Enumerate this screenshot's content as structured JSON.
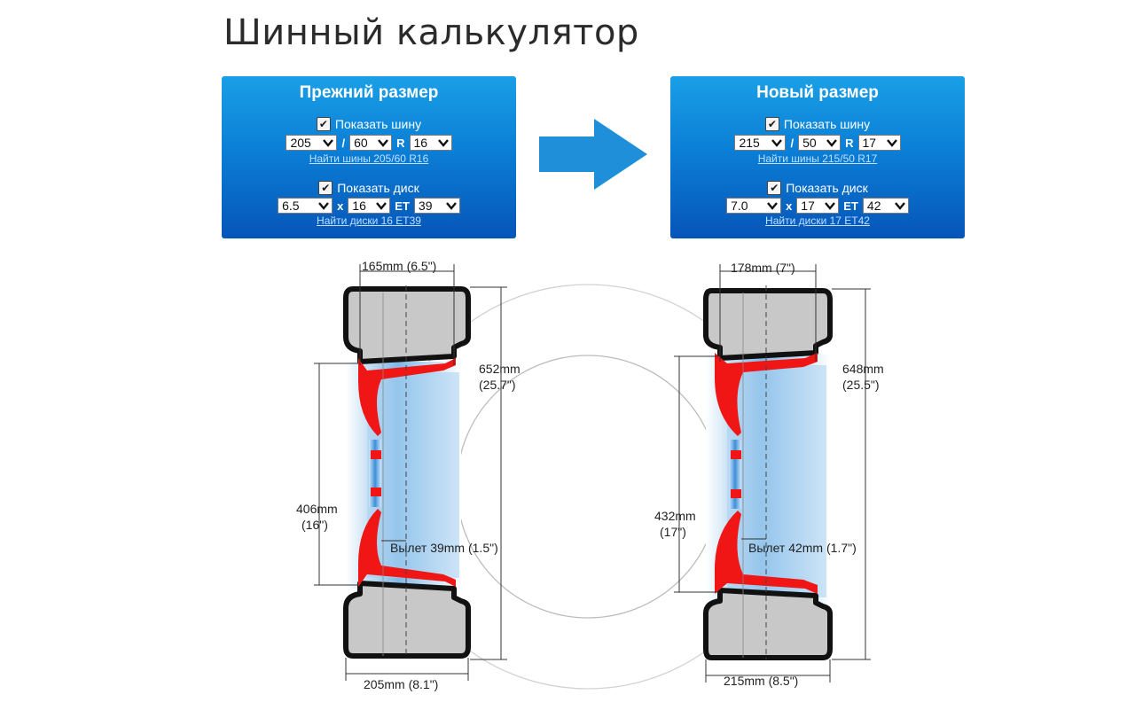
{
  "page": {
    "title": "Шинный калькулятор"
  },
  "old_size": {
    "title": "Прежний размер",
    "show_tire_label": "Показать шину",
    "width": "205",
    "profile": "60",
    "r_label": "R",
    "rim": "16",
    "slash": "/",
    "find_tires_link": "Найти шины 205/60 R16",
    "show_disc_label": "Показать диск",
    "disc_width": "6.5",
    "x_label": "x",
    "disc_diameter": "16",
    "et_label": "ET",
    "et": "39",
    "find_discs_link": "Найти диски 16 ET39"
  },
  "new_size": {
    "title": "Новый размер",
    "show_tire_label": "Показать шину",
    "width": "215",
    "profile": "50",
    "r_label": "R",
    "rim": "17",
    "slash": "/",
    "find_tires_link": "Найти шины 215/50 R17",
    "show_disc_label": "Показать диск",
    "disc_width": "7.0",
    "x_label": "x",
    "disc_diameter": "17",
    "et_label": "ET",
    "et": "42",
    "find_discs_link": "Найти диски 17 ET42"
  },
  "diagram": {
    "old": {
      "rim_width": "165mm (6.5\")",
      "tire_width": "205mm (8.1\")",
      "diameter_mm": "652mm",
      "diameter_in": "(25.7\")",
      "rim_mm": "406mm",
      "rim_in": "(16\")",
      "offset": "Вылет 39mm (1.5\")"
    },
    "new": {
      "rim_width": "178mm (7\")",
      "tire_width": "215mm (8.5\")",
      "diameter_mm": "648mm",
      "diameter_in": "(25.5\")",
      "rim_mm": "432mm",
      "rim_in": "(17\")",
      "offset": "Вылет 42mm (1.7\")"
    }
  },
  "colors": {
    "panel_top": "#1a9fe6",
    "panel_bottom": "#0655b8",
    "arrow": "#1e8fd8",
    "rim_red": "#f01616",
    "tire_gray": "#c8c8c8"
  }
}
